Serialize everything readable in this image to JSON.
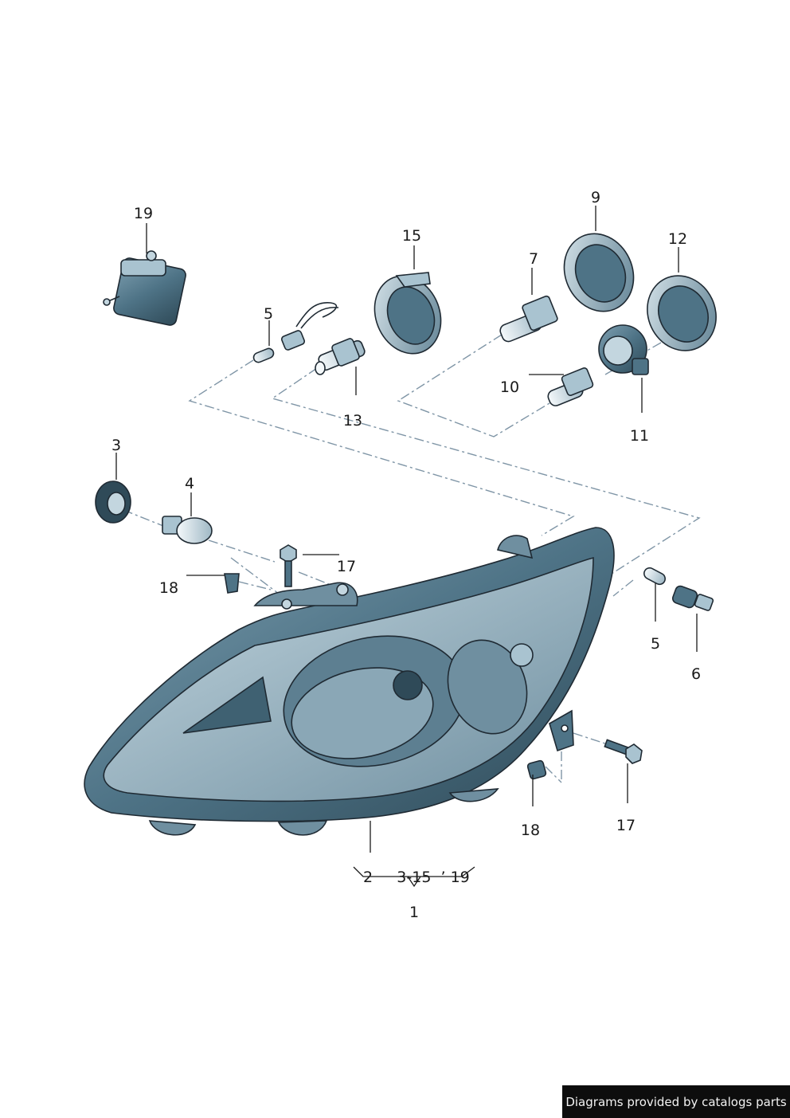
{
  "colors": {
    "part_fill": "#4e7386",
    "part_fill_light": "#a9c3d0",
    "part_fill_dark": "#2f4a58",
    "lens_fill": "#c3d6df",
    "dash_line": "#7f95a6",
    "ink": "#1a1a1a",
    "credit_bg": "#0d0d0d"
  },
  "callouts": {
    "p19_top": "19",
    "p15": "15",
    "p9": "9",
    "p7": "7",
    "p12": "12",
    "p5_top": "5",
    "p13": "13",
    "p10": "10",
    "p11": "11",
    "p3": "3",
    "p4": "4",
    "p17_left": "17",
    "p18_left": "18",
    "p5_right": "5",
    "p6": "6",
    "p18_right": "18",
    "p17_right": "17",
    "assembly_range": "2     3-15  ’ 19",
    "p1": "1"
  },
  "credit": "Diagrams provided by catalogs parts"
}
